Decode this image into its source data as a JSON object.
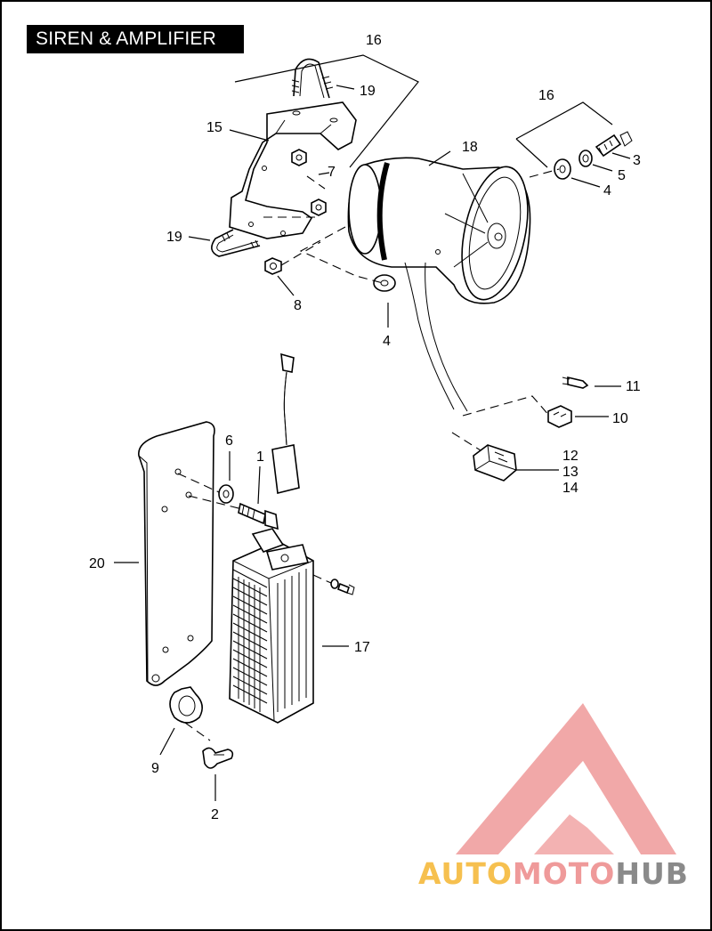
{
  "title": "SIREN & AMPLIFIER",
  "callouts": {
    "c1": "1",
    "c2": "2",
    "c3": "3",
    "c4a": "4",
    "c4b": "4",
    "c5": "5",
    "c6": "6",
    "c7": "7",
    "c8": "8",
    "c9": "9",
    "c10": "10",
    "c11": "11",
    "c12": "12",
    "c13": "13",
    "c14": "14",
    "c15": "15",
    "c16a": "16",
    "c16b": "16",
    "c17": "17",
    "c18": "18",
    "c19a": "19",
    "c19b": "19",
    "c20": "20"
  },
  "watermark": {
    "part_a": "AUTO",
    "part_b": "MOTO",
    "part_c": "HUB",
    "colors": {
      "yellow": "#f6c04f",
      "pink": "#ef9a9a",
      "gray": "#8a8a8a"
    }
  }
}
